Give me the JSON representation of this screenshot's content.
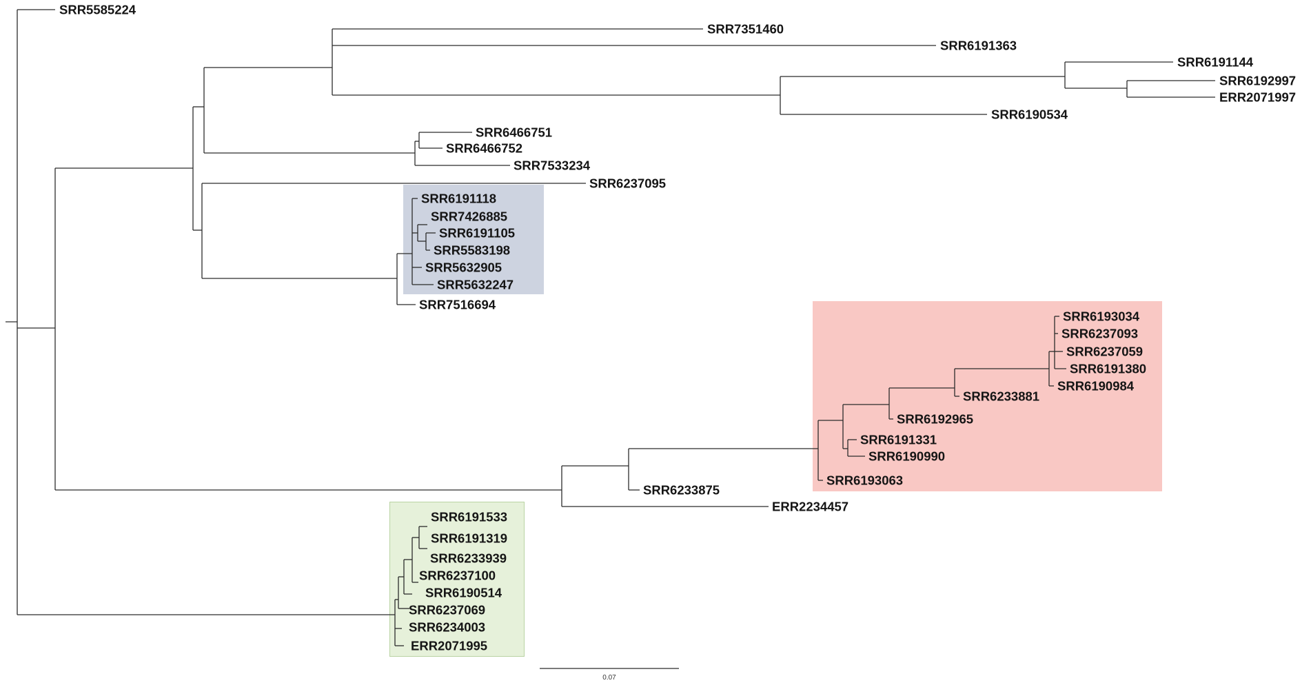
{
  "clade_colors": {
    "blue": "#cdd3e0",
    "red": "#f9c8c4",
    "green": "#e6f1da",
    "green_border": "#b9d3a2"
  },
  "scale_bar": {
    "label": "0.07",
    "length": 0.07
  },
  "leaves": {
    "SRR5585224": "SRR5585224",
    "SRR7351460": "SRR7351460",
    "SRR6191363": "SRR6191363",
    "SRR6191144": "SRR6191144",
    "SRR6192997": "SRR6192997",
    "ERR2071997": "ERR2071997",
    "SRR6190534": "SRR6190534",
    "SRR6466751": "SRR6466751",
    "SRR6466752": "SRR6466752",
    "SRR7533234": "SRR7533234",
    "SRR6237095": "SRR6237095",
    "SRR6191118": "SRR6191118",
    "SRR7426885": "SRR7426885",
    "SRR6191105": "SRR6191105",
    "SRR5583198": "SRR5583198",
    "SRR5632905": "SRR5632905",
    "SRR5632247": "SRR5632247",
    "SRR7516694": "SRR7516694",
    "SRR6193034": "SRR6193034",
    "SRR6237093": "SRR6237093",
    "SRR6237059": "SRR6237059",
    "SRR6191380": "SRR6191380",
    "SRR6190984": "SRR6190984",
    "SRR6233881": "SRR6233881",
    "SRR6192965": "SRR6192965",
    "SRR6191331": "SRR6191331",
    "SRR6190990": "SRR6190990",
    "SRR6193063": "SRR6193063",
    "SRR6233875": "SRR6233875",
    "ERR2234457": "ERR2234457",
    "SRR6191533": "SRR6191533",
    "SRR6191319": "SRR6191319",
    "SRR6233939": "SRR6233939",
    "SRR6237100": "SRR6237100",
    "SRR6190514": "SRR6190514",
    "SRR6237069": "SRR6237069",
    "SRR6234003": "SRR6234003",
    "ERR2071995": "ERR2071995"
  }
}
